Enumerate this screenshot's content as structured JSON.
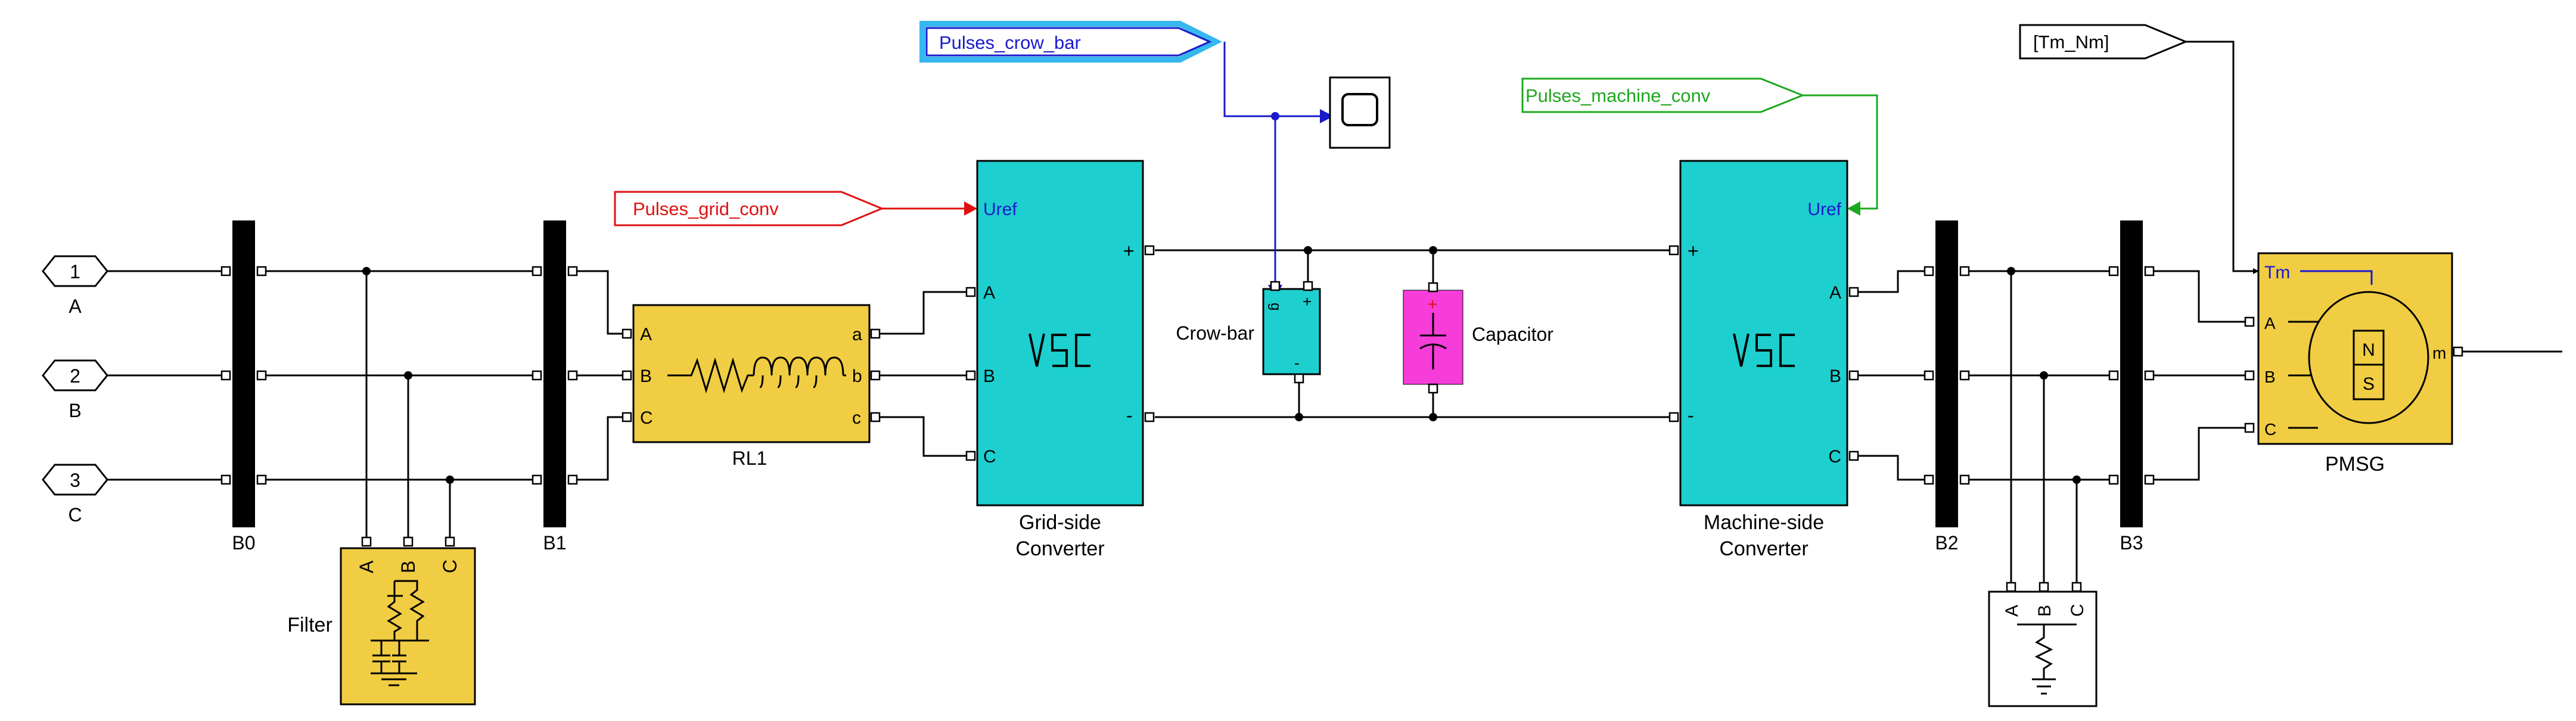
{
  "colors": {
    "vsc_fill": "#1dcfcf",
    "yellow_block": "#f0cd43",
    "capacitor_fill": "#f63cd9",
    "red_tag": "#e01010",
    "blue_tag": "#1a1acc",
    "green_tag": "#1ca81c"
  },
  "tags": {
    "pulses_crow_bar": "Pulses_crow_bar",
    "pulses_grid_conv": "Pulses_grid_conv",
    "pulses_machine_conv": "Pulses_machine_conv",
    "tm_nm": "[Tm_Nm]"
  },
  "inports": [
    {
      "number": "1",
      "label": "A"
    },
    {
      "number": "2",
      "label": "B"
    },
    {
      "number": "3",
      "label": "C"
    }
  ],
  "buses": {
    "b0": "B0",
    "b1": "B1",
    "b2": "B2",
    "b3": "B3"
  },
  "filter": {
    "name": "Filter",
    "port_a": "A",
    "port_b": "B",
    "port_c": "C"
  },
  "load2": {
    "port_a": "A",
    "port_b": "B",
    "port_c": "C"
  },
  "rl": {
    "name": "RL1",
    "in_a": "A",
    "in_b": "B",
    "in_c": "C",
    "out_a": "a",
    "out_b": "b",
    "out_c": "c"
  },
  "grid_conv": {
    "name_line1": "Grid-side",
    "name_line2": "Converter",
    "uref": "Uref",
    "plus": "+",
    "minus": "-",
    "a": "A",
    "b": "B",
    "c": "C",
    "symbol": "VSC"
  },
  "machine_conv": {
    "name_line1": "Machine-side",
    "name_line2": "Converter",
    "uref": "Uref",
    "plus": "+",
    "minus": "-",
    "a": "A",
    "b": "B",
    "c": "C",
    "symbol": "VSC"
  },
  "crowbar": {
    "name": "Crow-bar",
    "g": "g",
    "plus": "+",
    "minus": "-"
  },
  "capacitor": {
    "name": "Capacitor",
    "plus": "+"
  },
  "pmsg": {
    "name": "PMSG",
    "tm": "Tm",
    "a": "A",
    "b": "B",
    "c": "C",
    "m": "m",
    "n": "N",
    "s": "S"
  }
}
